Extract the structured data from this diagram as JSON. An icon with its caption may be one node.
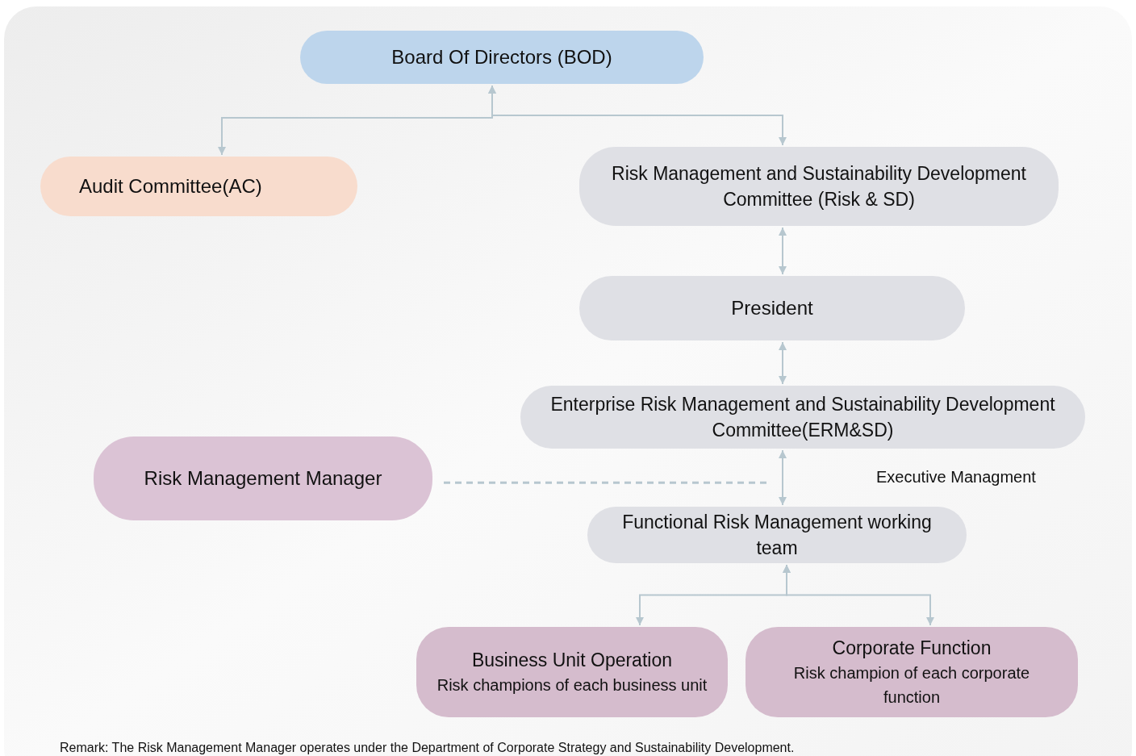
{
  "diagram": {
    "nodes": [
      {
        "text": [
          "Board Of Directors (BOD)"
        ]
      },
      {
        "text": [
          "Audit Committee(AC)"
        ]
      },
      {
        "text": [
          "Risk Management and Sustainability Development Committee (Risk & SD)"
        ]
      },
      {
        "text": [
          "President"
        ]
      },
      {
        "text": [
          "Enterprise Risk Management and Sustainability Development Committee(ERM&SD)"
        ]
      },
      {
        "text": [
          "Risk Management Manager"
        ]
      },
      {
        "text": [
          "Functional Risk Management working team"
        ]
      },
      {
        "text": [
          "Business Unit Operation",
          "Risk champions of each business unit"
        ]
      },
      {
        "text": [
          "Corporate Function",
          "Risk champion of each corporate function"
        ]
      }
    ],
    "edges": [
      {
        "from": 0,
        "to": 1,
        "arrow": "both"
      },
      {
        "from": 0,
        "to": 2,
        "arrow": "both"
      },
      {
        "from": 2,
        "to": 3,
        "arrow": "both"
      },
      {
        "from": 3,
        "to": 4,
        "arrow": "both"
      },
      {
        "from": 4,
        "to": 6,
        "arrow": "both"
      },
      {
        "from": 5,
        "to": null,
        "arrow": "none",
        "style": "dashed"
      },
      {
        "from": 6,
        "to": 7,
        "arrow": "both"
      },
      {
        "from": 6,
        "to": 8,
        "arrow": "both"
      }
    ],
    "labels": [
      "Executive Managment",
      "Remark: The Risk Management Manager operates under the Department of Corporate Strategy and Sustainability Development."
    ]
  }
}
